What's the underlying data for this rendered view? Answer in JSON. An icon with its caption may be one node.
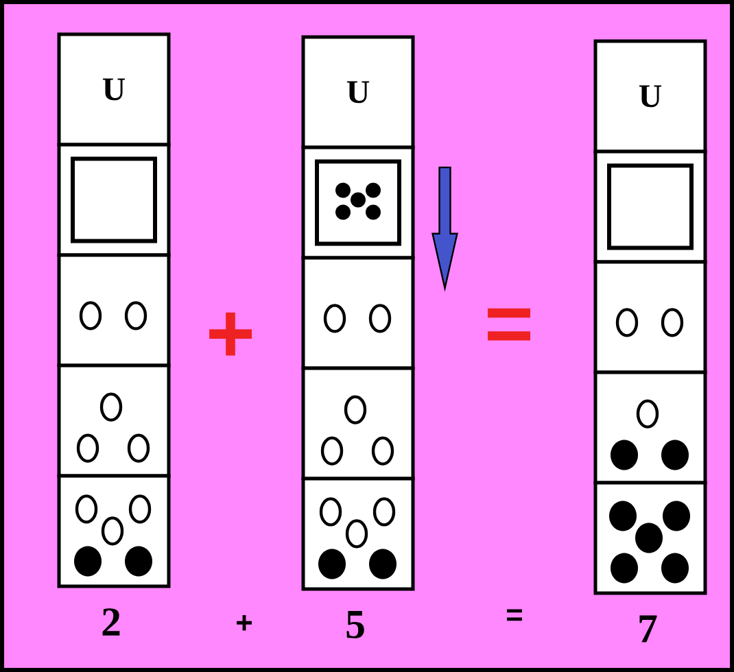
{
  "diagram": {
    "nodes": [
      {
        "text": [
          "U"
        ]
      },
      {
        "text": [],
        "shape": "box"
      },
      {
        "text": [],
        "shape": "box"
      },
      {
        "text": [],
        "shape": "box"
      },
      {
        "text": [],
        "shape": "box",
        "beside": [
          "2"
        ]
      },
      {
        "text": [
          "U"
        ]
      },
      {
        "text": [],
        "shape": "box"
      },
      {
        "text": [],
        "shape": "box"
      },
      {
        "text": [],
        "shape": "box"
      },
      {
        "text": [],
        "shape": "box",
        "beside": [
          "5"
        ]
      },
      {
        "text": [
          "U"
        ]
      },
      {
        "text": [],
        "shape": "box"
      },
      {
        "text": [],
        "shape": "box"
      },
      {
        "text": [],
        "shape": "box"
      },
      {
        "text": [],
        "shape": "box",
        "beside": [
          "7"
        ]
      }
    ],
    "edges": [
      {
        "from": 6,
        "to": 7,
        "arrow": "to",
        "color": "#4455cc"
      }
    ],
    "labels": [
      "+",
      "=",
      "+",
      "="
    ]
  }
}
